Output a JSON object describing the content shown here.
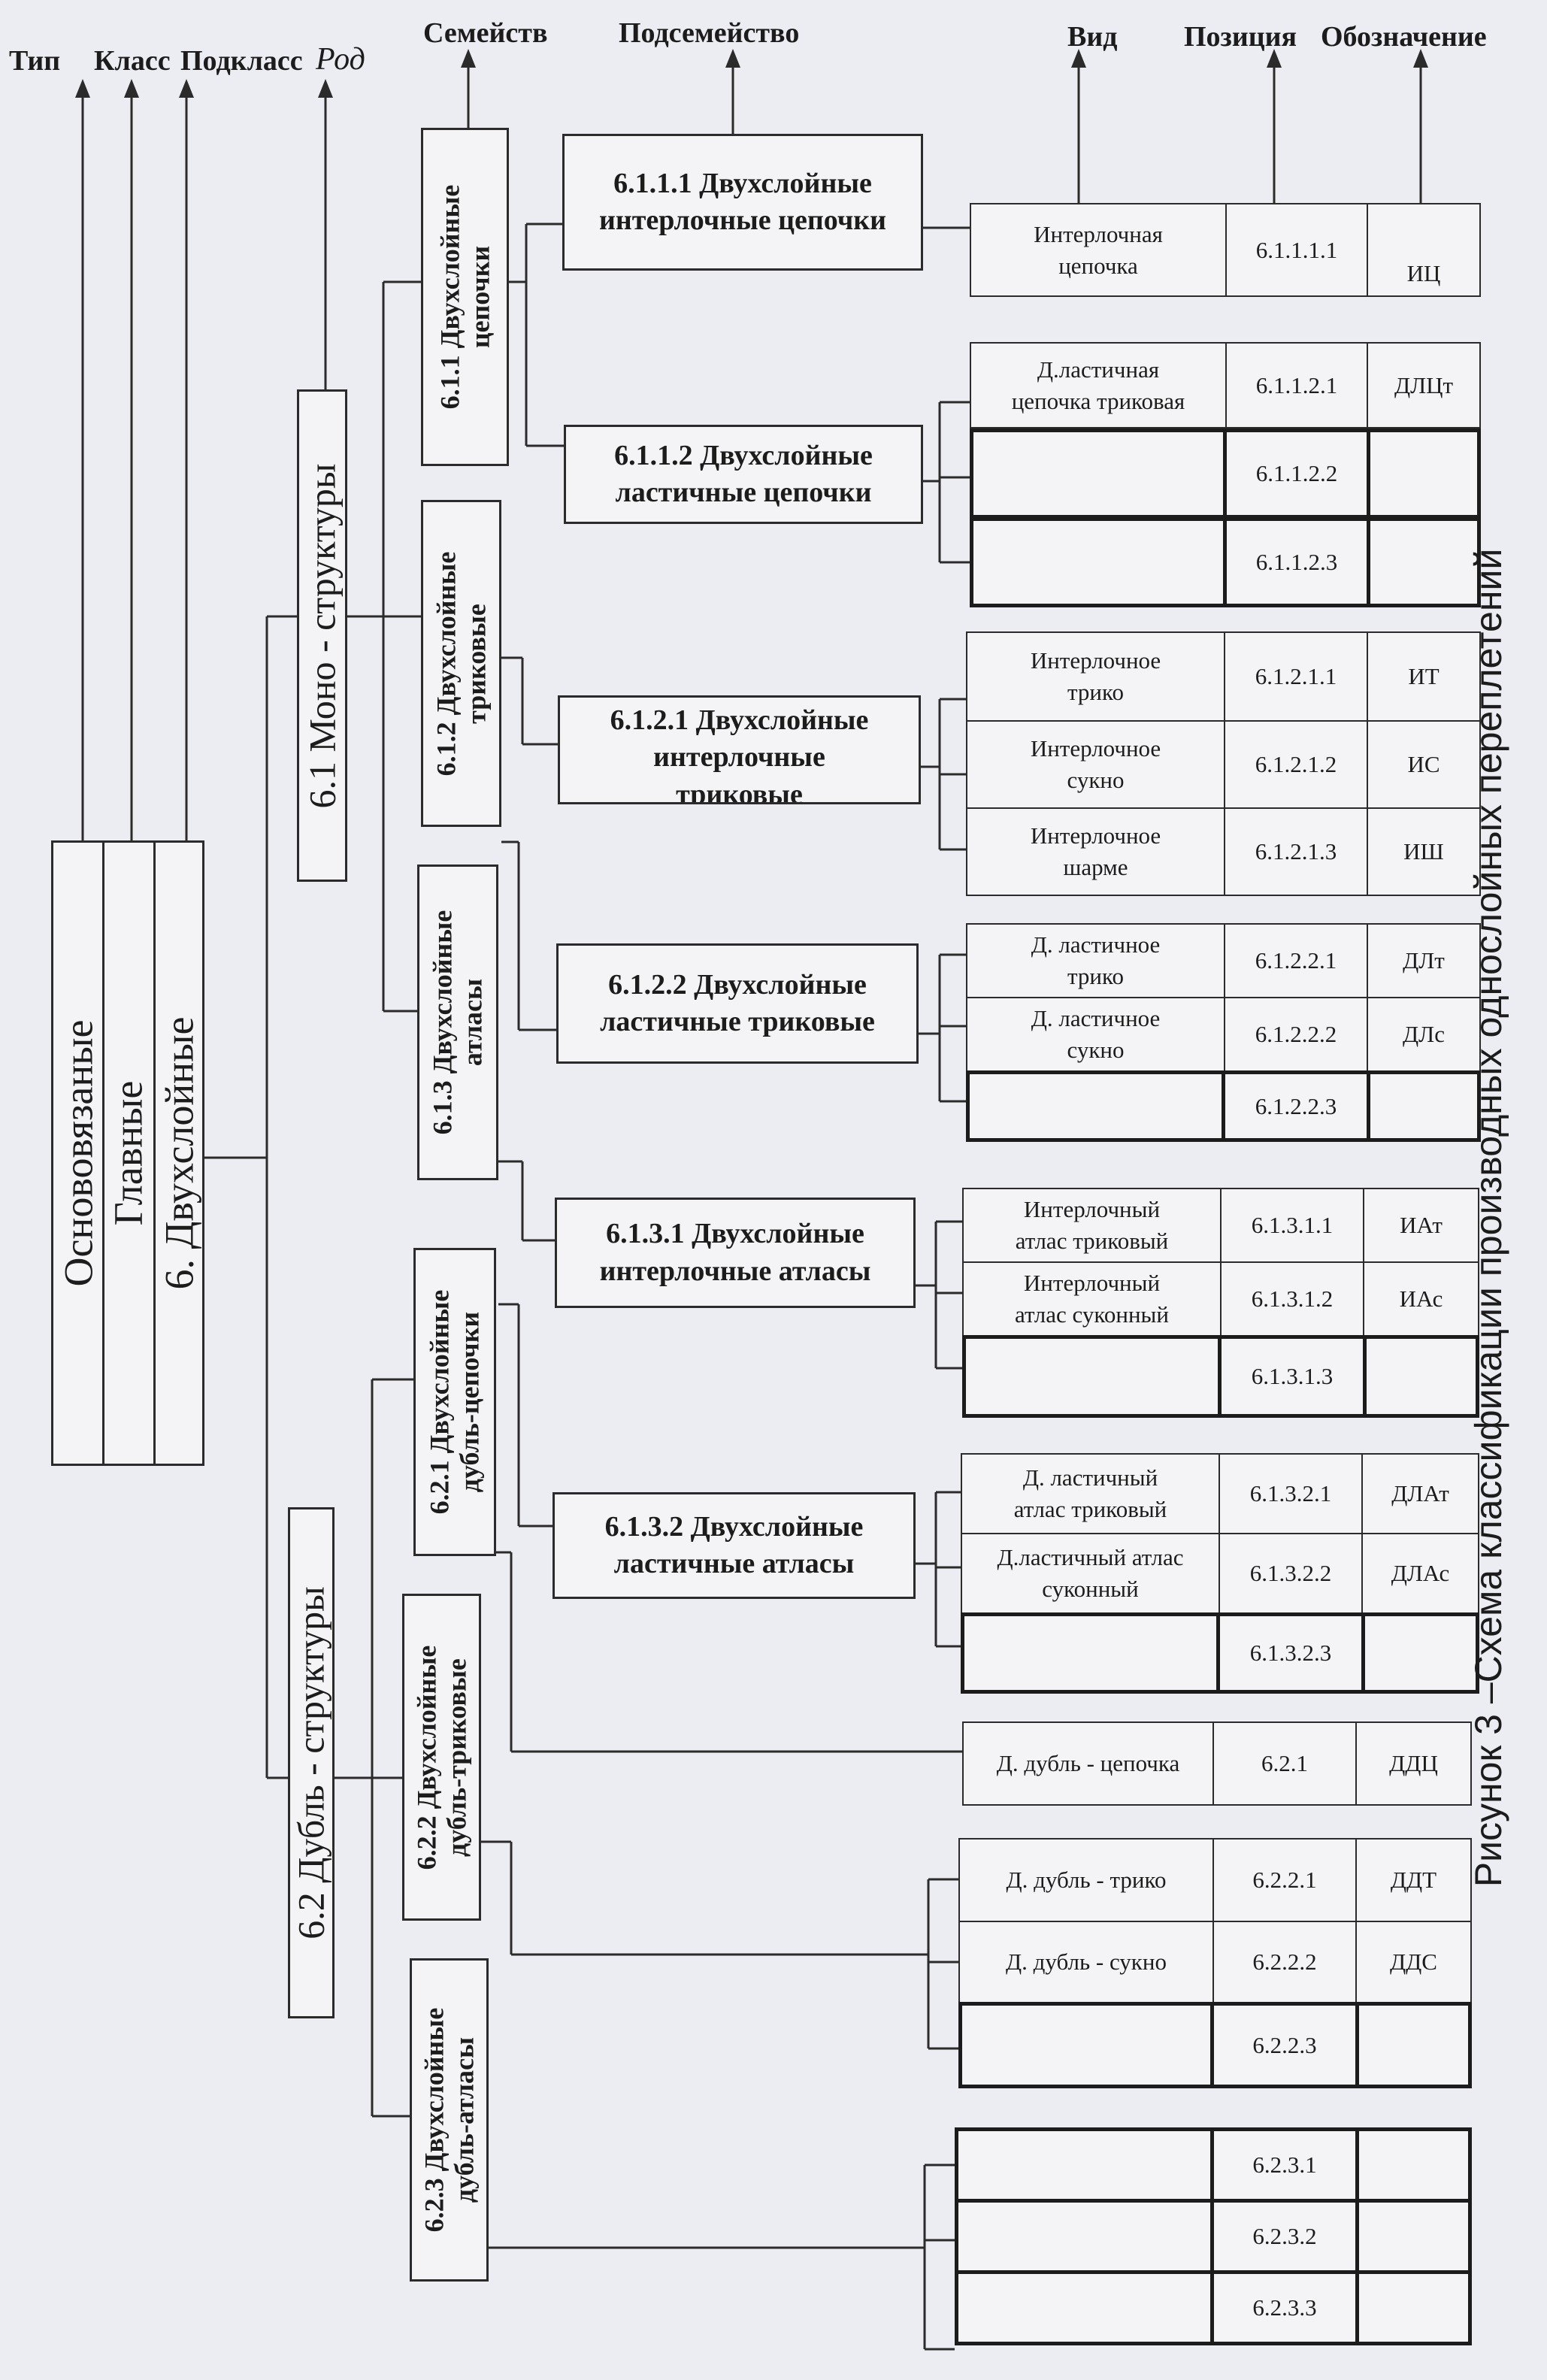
{
  "headers": {
    "type": "Тип",
    "class": "Класс",
    "subclass": "Подкласс",
    "genus": "Род",
    "family": "Семейств",
    "subfamily": "Подсемейство",
    "kind": "Вид",
    "position": "Позиция",
    "designation": "Обозначение"
  },
  "hierarchy": {
    "type": "Основовязаные",
    "class": "Главные",
    "subclass": "6. Двухслойные",
    "genus_mono": "6.1 Моно - структуры",
    "genus_double": "6.2 Дубль - структуры"
  },
  "families": [
    {
      "line1": "6.1.1 Двухслойные",
      "line2": "цепочки"
    },
    {
      "line1": "6.1.2 Двухслойные",
      "line2": "триковые"
    },
    {
      "line1": "6.1.3 Двухслойные",
      "line2": "атласы"
    },
    {
      "line1": "6.2.1 Двухслойные",
      "line2": "дубль-цепочки"
    },
    {
      "line1": "6.2.2 Двухслойные",
      "line2": "дубль-триковые"
    },
    {
      "line1": "6.2.3 Двухслойные",
      "line2": "дубль-атласы"
    }
  ],
  "subfamilies": [
    {
      "line1": "6.1.1.1 Двухслойные",
      "line2": "интерлочные цепочки"
    },
    {
      "line1": "6.1.1.2 Двухслойные",
      "line2": "ластичные цепочки"
    },
    {
      "line1": "6.1.2.1 Двухслойные",
      "line2": "интерлочные",
      "line3": "триковые"
    },
    {
      "line1": "6.1.2.2 Двухслойные",
      "line2": "ластичные триковые"
    },
    {
      "line1": "6.1.3.1 Двухслойные",
      "line2": "интерлочные атласы"
    },
    {
      "line1": "6.1.3.2 Двухслойные",
      "line2": "ластичные атласы"
    }
  ],
  "kinds": [
    {
      "line1": "Интерлочная",
      "line2": "цепочка",
      "position": "6.1.1.1.1",
      "designation": "ИЦ"
    },
    {
      "line1": "Д.ластичная",
      "line2": "цепочка триковая",
      "position": "6.1.1.2.1",
      "designation": "ДЛЦт"
    },
    {
      "line1": "",
      "line2": "",
      "position": "6.1.1.2.2",
      "designation": ""
    },
    {
      "line1": "",
      "line2": "",
      "position": "6.1.1.2.3",
      "designation": ""
    },
    {
      "line1": "Интерлочное",
      "line2": "трико",
      "position": "6.1.2.1.1",
      "designation": "ИТ"
    },
    {
      "line1": "Интерлочное",
      "line2": "сукно",
      "position": "6.1.2.1.2",
      "designation": "ИС"
    },
    {
      "line1": "Интерлочное",
      "line2": "шарме",
      "position": "6.1.2.1.3",
      "designation": "ИШ"
    },
    {
      "line1": "Д. ластичное",
      "line2": "трико",
      "position": "6.1.2.2.1",
      "designation": "ДЛт"
    },
    {
      "line1": "Д. ластичное",
      "line2": "сукно",
      "position": "6.1.2.2.2",
      "designation": "ДЛс"
    },
    {
      "line1": "",
      "line2": "",
      "position": "6.1.2.2.3",
      "designation": ""
    },
    {
      "line1": "Интерлочный",
      "line2": "атлас триковый",
      "position": "6.1.3.1.1",
      "designation": "ИАт"
    },
    {
      "line1": "Интерлочный",
      "line2": "атлас суконный",
      "position": "6.1.3.1.2",
      "designation": "ИАс"
    },
    {
      "line1": "",
      "line2": "",
      "position": "6.1.3.1.3",
      "designation": ""
    },
    {
      "line1": "Д. ластичный",
      "line2": "атлас триковый",
      "position": "6.1.3.2.1",
      "designation": "ДЛАт"
    },
    {
      "line1": "Д.ластичный атлас",
      "line2": "суконный",
      "position": "6.1.3.2.2",
      "designation": "ДЛАс"
    },
    {
      "line1": "",
      "line2": "",
      "position": "6.1.3.2.3",
      "designation": ""
    },
    {
      "line1": "Д. дубль - цепочка",
      "line2": "",
      "position": "6.2.1",
      "designation": "ДДЦ"
    },
    {
      "line1": "Д. дубль - трико",
      "line2": "",
      "position": "6.2.2.1",
      "designation": "ДДТ"
    },
    {
      "line1": "Д. дубль - сукно",
      "line2": "",
      "position": "6.2.2.2",
      "designation": "ДДС"
    },
    {
      "line1": "",
      "line2": "",
      "position": "6.2.2.3",
      "designation": ""
    },
    {
      "line1": "",
      "line2": "",
      "position": "6.2.3.1",
      "designation": ""
    },
    {
      "line1": "",
      "line2": "",
      "position": "6.2.3.2",
      "designation": ""
    },
    {
      "line1": "",
      "line2": "",
      "position": "6.2.3.3",
      "designation": ""
    }
  ],
  "caption": "Рисунок 3 –Схема классификации производных однослойных переплетений"
}
